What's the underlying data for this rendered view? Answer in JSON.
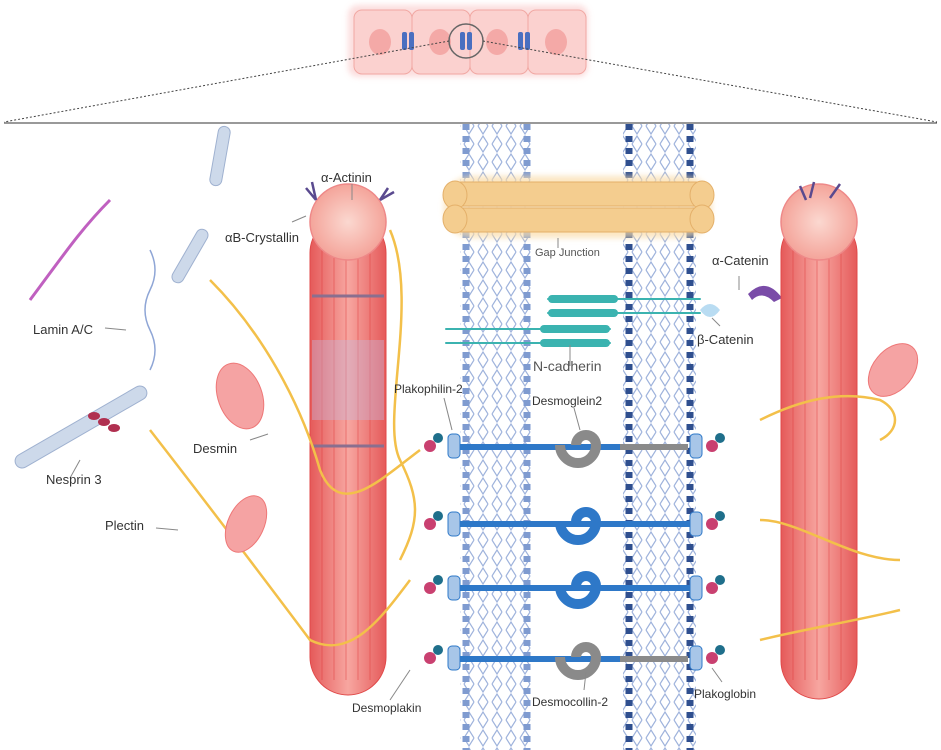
{
  "labels": {
    "alpha_actinin": "α-Actinin",
    "alphab_crystallin": "αB-Crystallin",
    "gap_junction": "Gap Junction",
    "alpha_catenin": "α-Catenin",
    "beta_catenin": "β-Catenin",
    "lamin": "Lamin A/C",
    "n_cadherin": "N-cadherin",
    "plakophilin": "Plakophilin-2",
    "desmoglein": "Desmoglein2",
    "desmin": "Desmin",
    "nesprin": "Nesprin 3",
    "plectin": "Plectin",
    "desmoplakin": "Desmoplakin",
    "desmocollin": "Desmocollin-2",
    "plakoglobin": "Plakoglobin"
  },
  "colors": {
    "sarcomere": "#f27a7a",
    "sarcomere_light": "#f7b5b0",
    "intermediate_filament": "#f3c04a",
    "membrane": "#7f9bd0",
    "membrane_dark": "#2f4f8f",
    "desmosomal_blue": "#2e78c8",
    "desmosomal_grey": "#8a8a8a",
    "ncadherin": "#3bb3b0",
    "gap_junction": "#f3c98a",
    "plakophilin_pink": "#c94070",
    "plakophilin_teal": "#1f6f8b",
    "alpha_catenin": "#7a4ca8",
    "beta_catenin": "#b9dcf2",
    "mitochondria": "#f5a3a3",
    "nesprin": "#b03050",
    "lamin": "#8fa6d6",
    "microtubule": "#cdd9ea"
  }
}
